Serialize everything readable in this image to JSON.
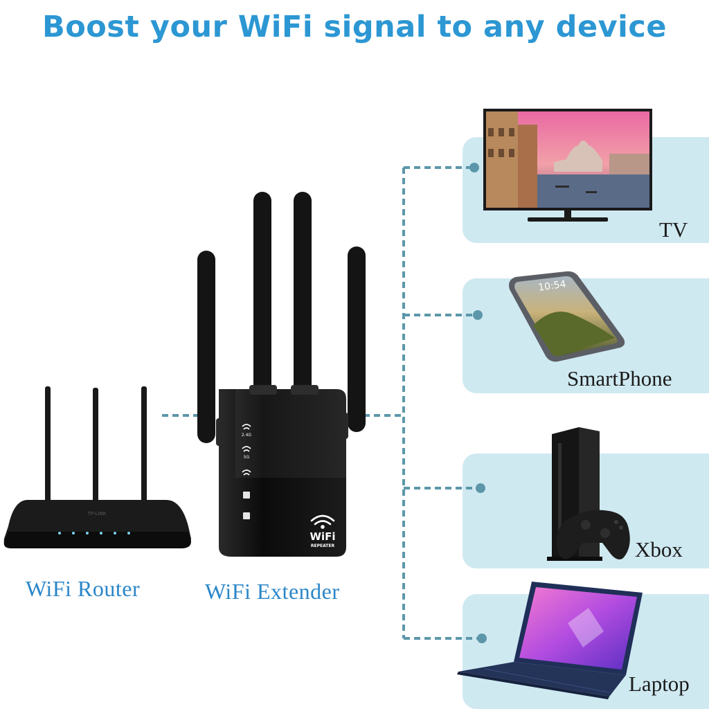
{
  "headline": "Boost your WiFi signal to any device",
  "source_captions": {
    "router": "WiFi Router",
    "extender": "WiFi Extender"
  },
  "extender_badge": {
    "brand": "WiFi",
    "model": "REPEATER",
    "led_labels": [
      "2.4G",
      "5G"
    ]
  },
  "router_brand": "TP-LINK",
  "phone_clock": "10:54",
  "devices": [
    {
      "label": "TV",
      "icon": "television-icon"
    },
    {
      "label": "SmartPhone",
      "icon": "smartphone-icon"
    },
    {
      "label": "Xbox",
      "icon": "game-console-icon"
    },
    {
      "label": "Laptop",
      "icon": "laptop-icon"
    }
  ],
  "colors": {
    "title": "#2c97d3",
    "panel": "#cfe9f1",
    "connector": "#5c97a9",
    "caption": "#2a86c9",
    "device_label": "#1b1b1b"
  }
}
